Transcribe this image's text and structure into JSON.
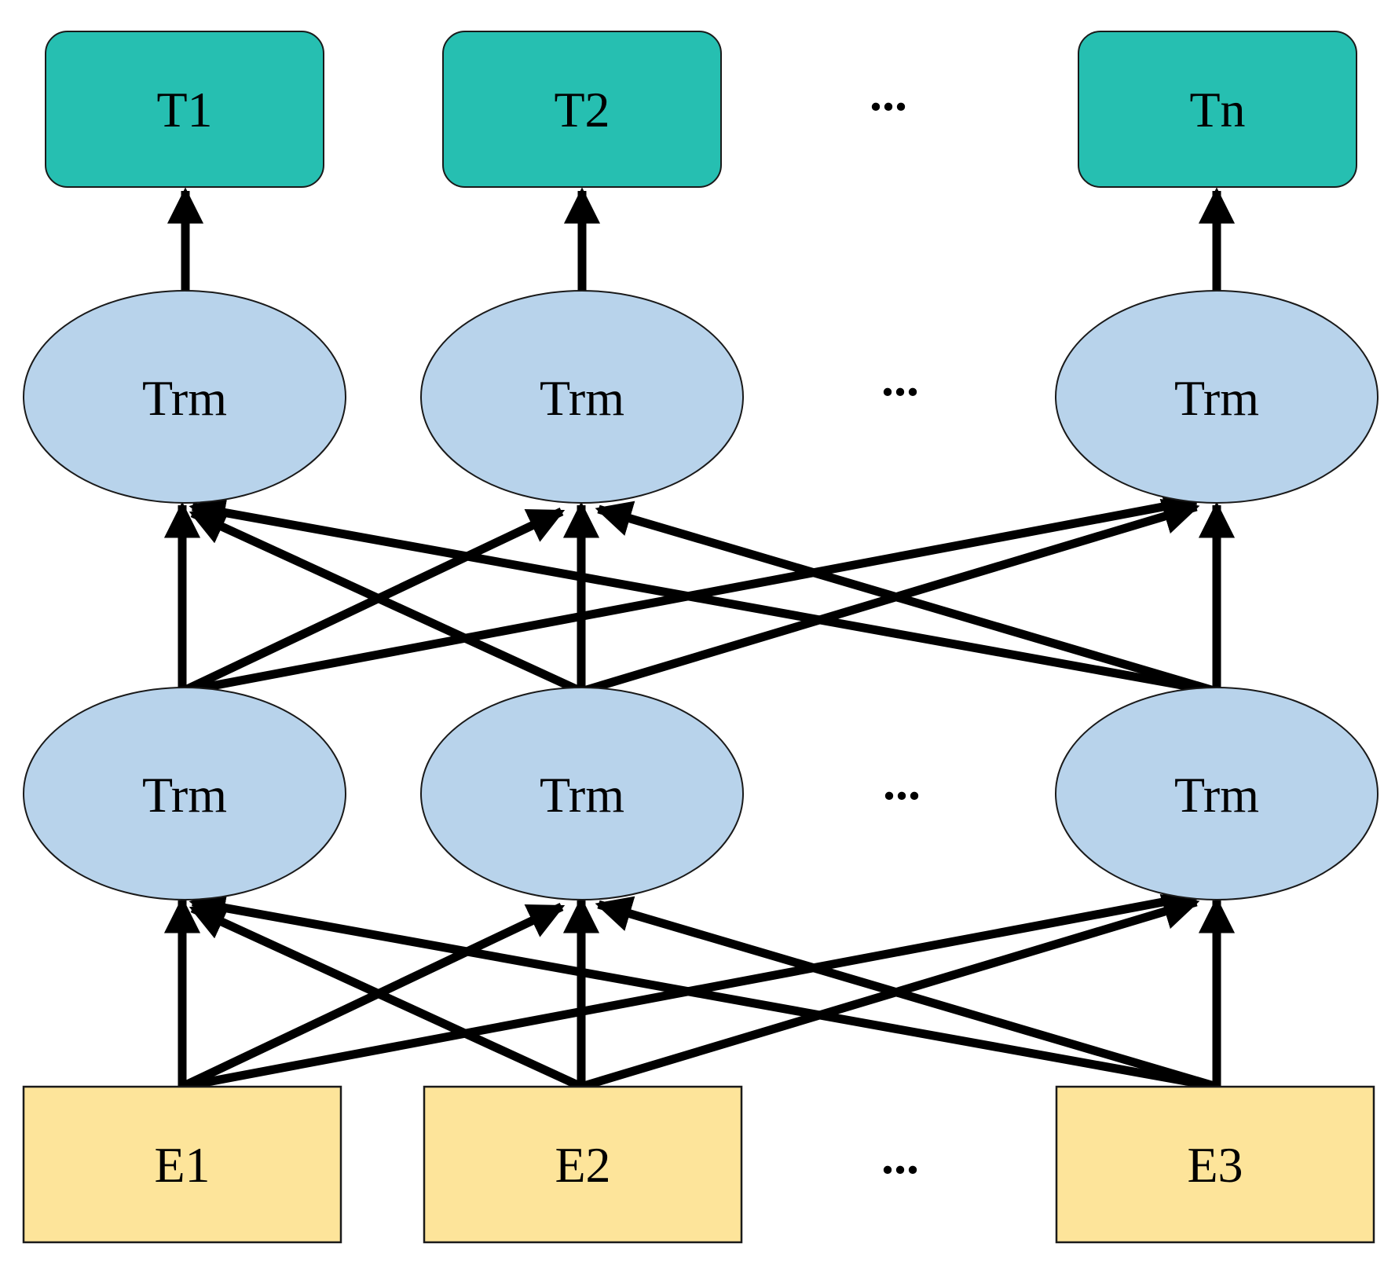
{
  "outputs": [
    "T1",
    "T2",
    "Tn"
  ],
  "layer2": [
    "Trm",
    "Trm",
    "Trm"
  ],
  "layer1": [
    "Trm",
    "Trm",
    "Trm"
  ],
  "inputs": [
    "E1",
    "E2",
    "E3"
  ],
  "ellipsis": "...",
  "colors": {
    "output_fill": "#26bfb1",
    "trm_fill": "#b8d3eb",
    "input_fill": "#fde49a",
    "edge": "#000000"
  }
}
